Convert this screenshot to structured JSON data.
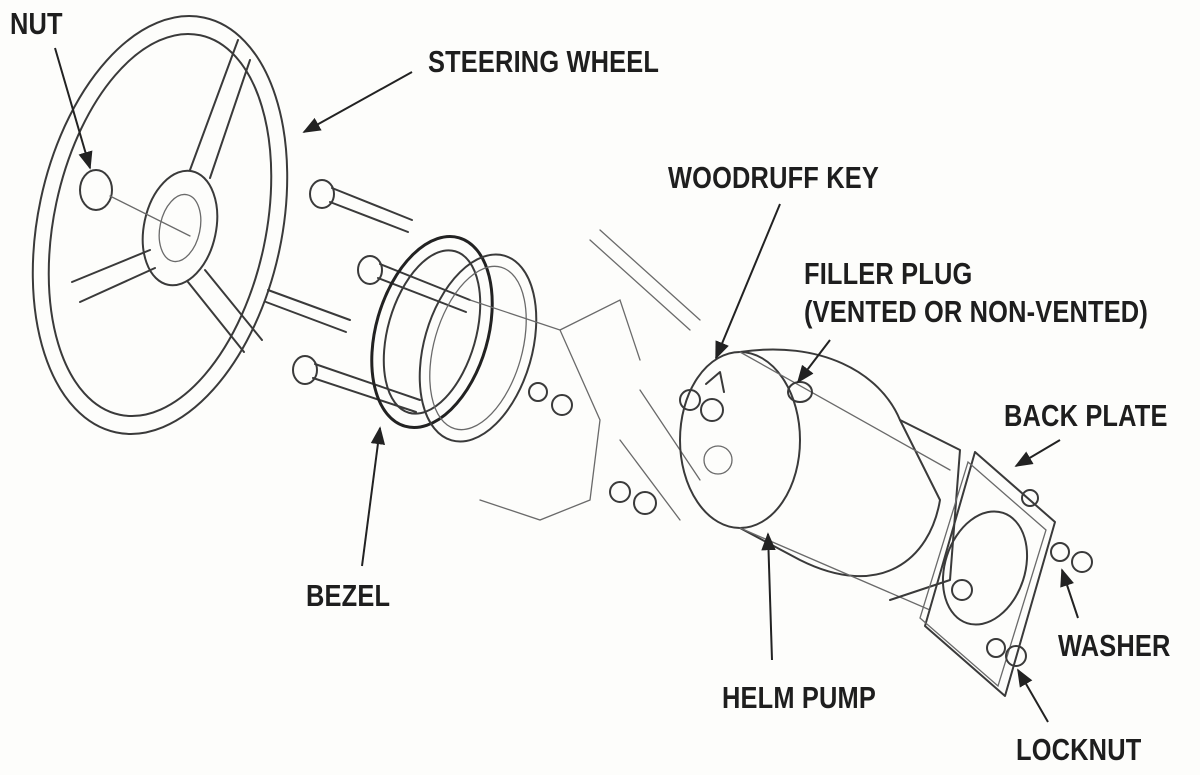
{
  "diagram": {
    "labels": {
      "nut": "NUT",
      "steering_wheel": "STEERING WHEEL",
      "woodruff_key": "WOODRUFF KEY",
      "filler_plug_line1": "FILLER PLUG",
      "filler_plug_line2": "(VENTED OR NON-VENTED)",
      "back_plate": "BACK PLATE",
      "bezel": "BEZEL",
      "washer": "WASHER",
      "helm_pump": "HELM PUMP",
      "locknut": "LOCKNUT"
    },
    "colors": {
      "label_text": "#1e1e1e",
      "line_art": "#3a3a3a",
      "background": "#fdfdfb"
    }
  }
}
